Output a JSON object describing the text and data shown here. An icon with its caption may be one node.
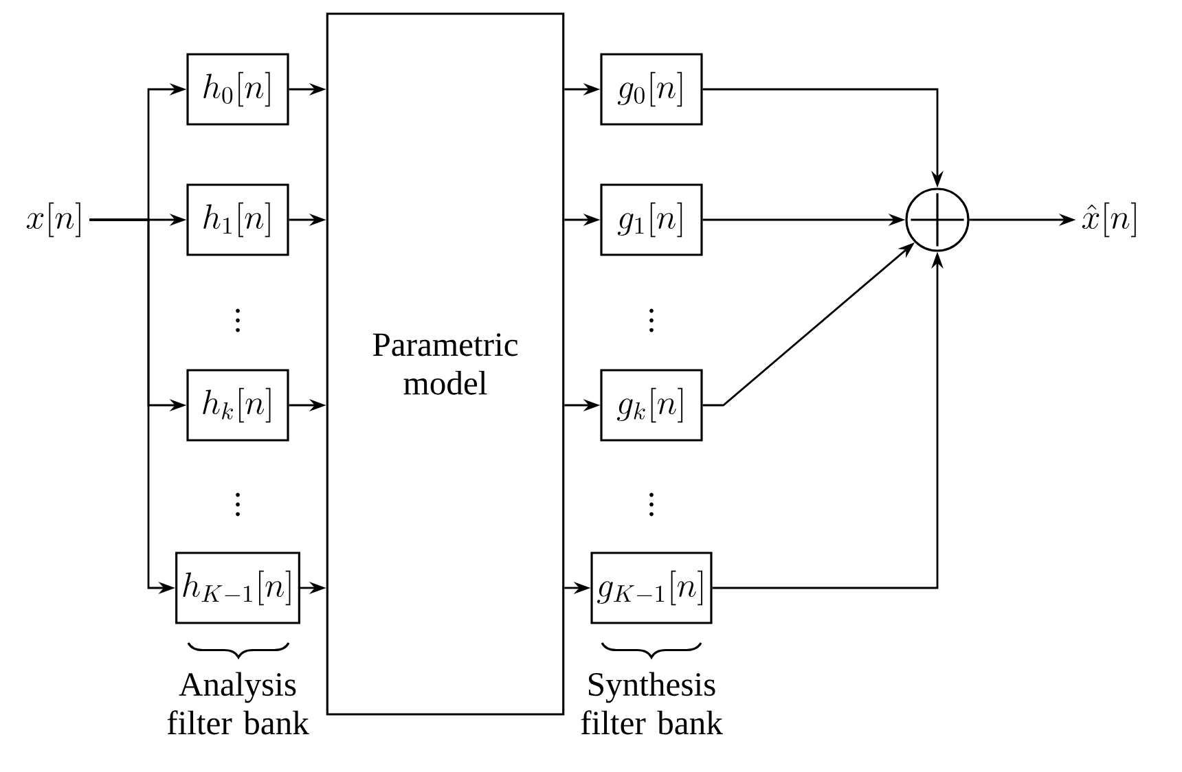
{
  "diagram": {
    "nodes": [
      {
        "text": [
          "x[n]"
        ]
      },
      {
        "text": [
          "h_0[n]"
        ]
      },
      {
        "text": [
          "h_1[n]"
        ]
      },
      {
        "text": [
          "h_k[n]"
        ]
      },
      {
        "text": [
          "h_{K-1}[n]"
        ]
      },
      {
        "text": [
          "Parametric model"
        ]
      },
      {
        "text": [
          "g_0[n]"
        ]
      },
      {
        "text": [
          "g_1[n]"
        ]
      },
      {
        "text": [
          "g_k[n]"
        ]
      },
      {
        "text": [
          "g_{K-1}[n]"
        ]
      },
      {
        "text": [],
        "shape": "circle"
      },
      {
        "text": [
          "\\hat{x}[n]"
        ]
      }
    ],
    "edges": [
      {
        "from": 0,
        "to": 1,
        "arrow": "to"
      },
      {
        "from": 0,
        "to": 2,
        "arrow": "to"
      },
      {
        "from": 0,
        "to": 3,
        "arrow": "to"
      },
      {
        "from": 0,
        "to": 4,
        "arrow": "to"
      },
      {
        "from": 1,
        "to": 5,
        "arrow": "to"
      },
      {
        "from": 2,
        "to": 5,
        "arrow": "to"
      },
      {
        "from": 3,
        "to": 5,
        "arrow": "to"
      },
      {
        "from": 4,
        "to": 5,
        "arrow": "to"
      },
      {
        "from": 5,
        "to": 6,
        "arrow": "to"
      },
      {
        "from": 5,
        "to": 7,
        "arrow": "to"
      },
      {
        "from": 5,
        "to": 8,
        "arrow": "to"
      },
      {
        "from": 5,
        "to": 9,
        "arrow": "to"
      },
      {
        "from": 6,
        "to": 10,
        "arrow": "to"
      },
      {
        "from": 7,
        "to": 10,
        "arrow": "to"
      },
      {
        "from": 8,
        "to": 10,
        "arrow": "to"
      },
      {
        "from": 9,
        "to": 10,
        "arrow": "to"
      },
      {
        "from": 10,
        "to": 11,
        "arrow": "to"
      }
    ],
    "labels": [
      "\\vdots",
      "\\vdots",
      "\\vdots",
      "\\vdots",
      "Analysis filter bank",
      "Synthesis filter bank"
    ]
  }
}
